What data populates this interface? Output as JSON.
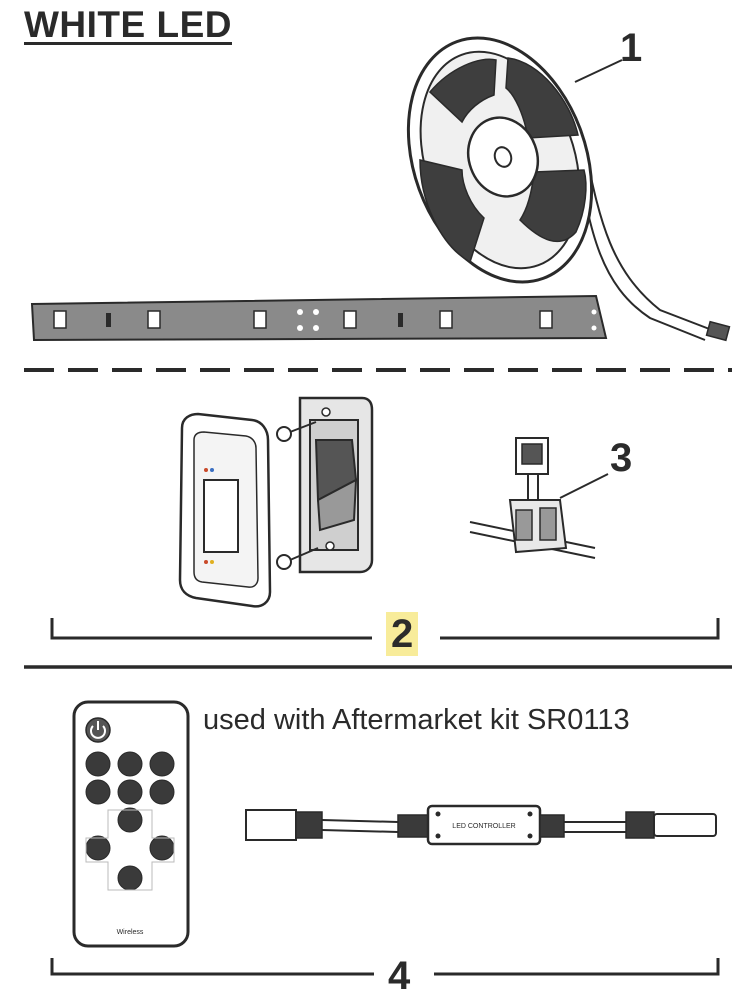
{
  "title": "WHITE LED",
  "callouts": {
    "c1": "1",
    "c2": "2",
    "c3": "3",
    "c4": "4"
  },
  "kit_note": "used with Aftermarket kit SR0113",
  "controller_label": "LED CONTROLLER",
  "remote_brand": "Wireless",
  "colors": {
    "line": "#2a2a2a",
    "callout2_highlight": "#f8ec9a"
  }
}
